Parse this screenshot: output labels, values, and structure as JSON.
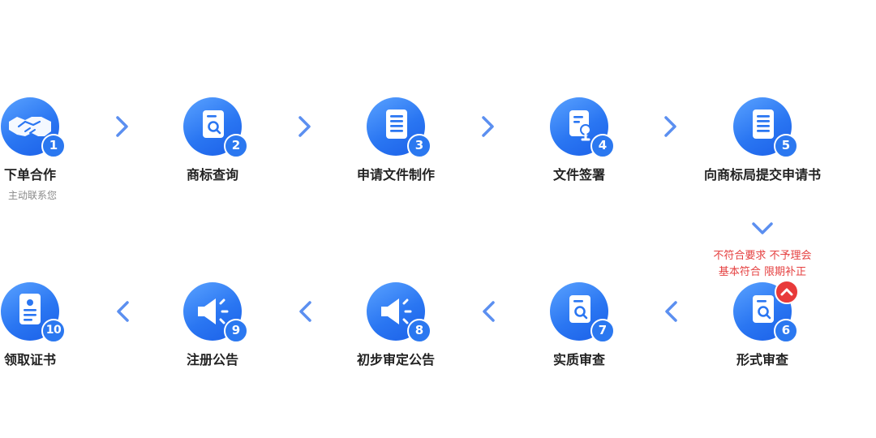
{
  "steps": [
    {
      "number": "1",
      "label": "下单合作",
      "sublabel": "主动联系您",
      "icon": "handshake-icon"
    },
    {
      "number": "2",
      "label": "商标查询",
      "icon": "document-search-icon"
    },
    {
      "number": "3",
      "label": "申请文件制作",
      "icon": "document-lines-icon"
    },
    {
      "number": "4",
      "label": "文件签署",
      "icon": "document-sign-icon"
    },
    {
      "number": "5",
      "label": "向商标局提交申请书",
      "icon": "document-lines-icon"
    },
    {
      "number": "6",
      "label": "形式审查",
      "icon": "document-search-icon"
    },
    {
      "number": "7",
      "label": "实质审查",
      "icon": "document-search-icon"
    },
    {
      "number": "8",
      "label": "初步审定公告",
      "icon": "megaphone-icon"
    },
    {
      "number": "9",
      "label": "注册公告",
      "icon": "megaphone-icon"
    },
    {
      "number": "10",
      "label": "领取证书",
      "icon": "certificate-icon"
    }
  ],
  "formal_review_notes": {
    "line1": "不符合要求 不予理会",
    "line2": "基本符合 限期补正"
  },
  "colors": {
    "primary": "#2a76f2",
    "arrow": "#5b8ff0",
    "note": "#e54141",
    "text": "#222222"
  }
}
